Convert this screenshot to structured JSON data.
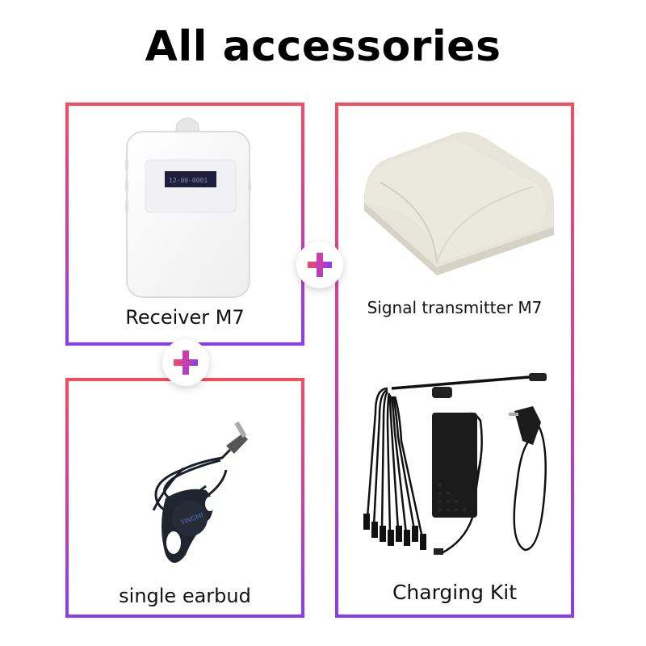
{
  "title": "All accessories",
  "colors": {
    "border_top": "#fb4a5e",
    "border_mid": "#c83fa8",
    "border_bottom": "#8a3cf4",
    "text": "#111111"
  },
  "items": [
    {
      "label": "Receiver  M7",
      "image": "receiver-device",
      "screen_text": "12-00-0001"
    },
    {
      "label": "single earbud",
      "image": "earbud-headset"
    },
    {
      "label": "Signal transmitter M7",
      "image": "transmitter-box"
    },
    {
      "label": "Charging Kit",
      "image": "charging-kit"
    }
  ],
  "connectors": [
    "plus-icon",
    "plus-icon"
  ]
}
